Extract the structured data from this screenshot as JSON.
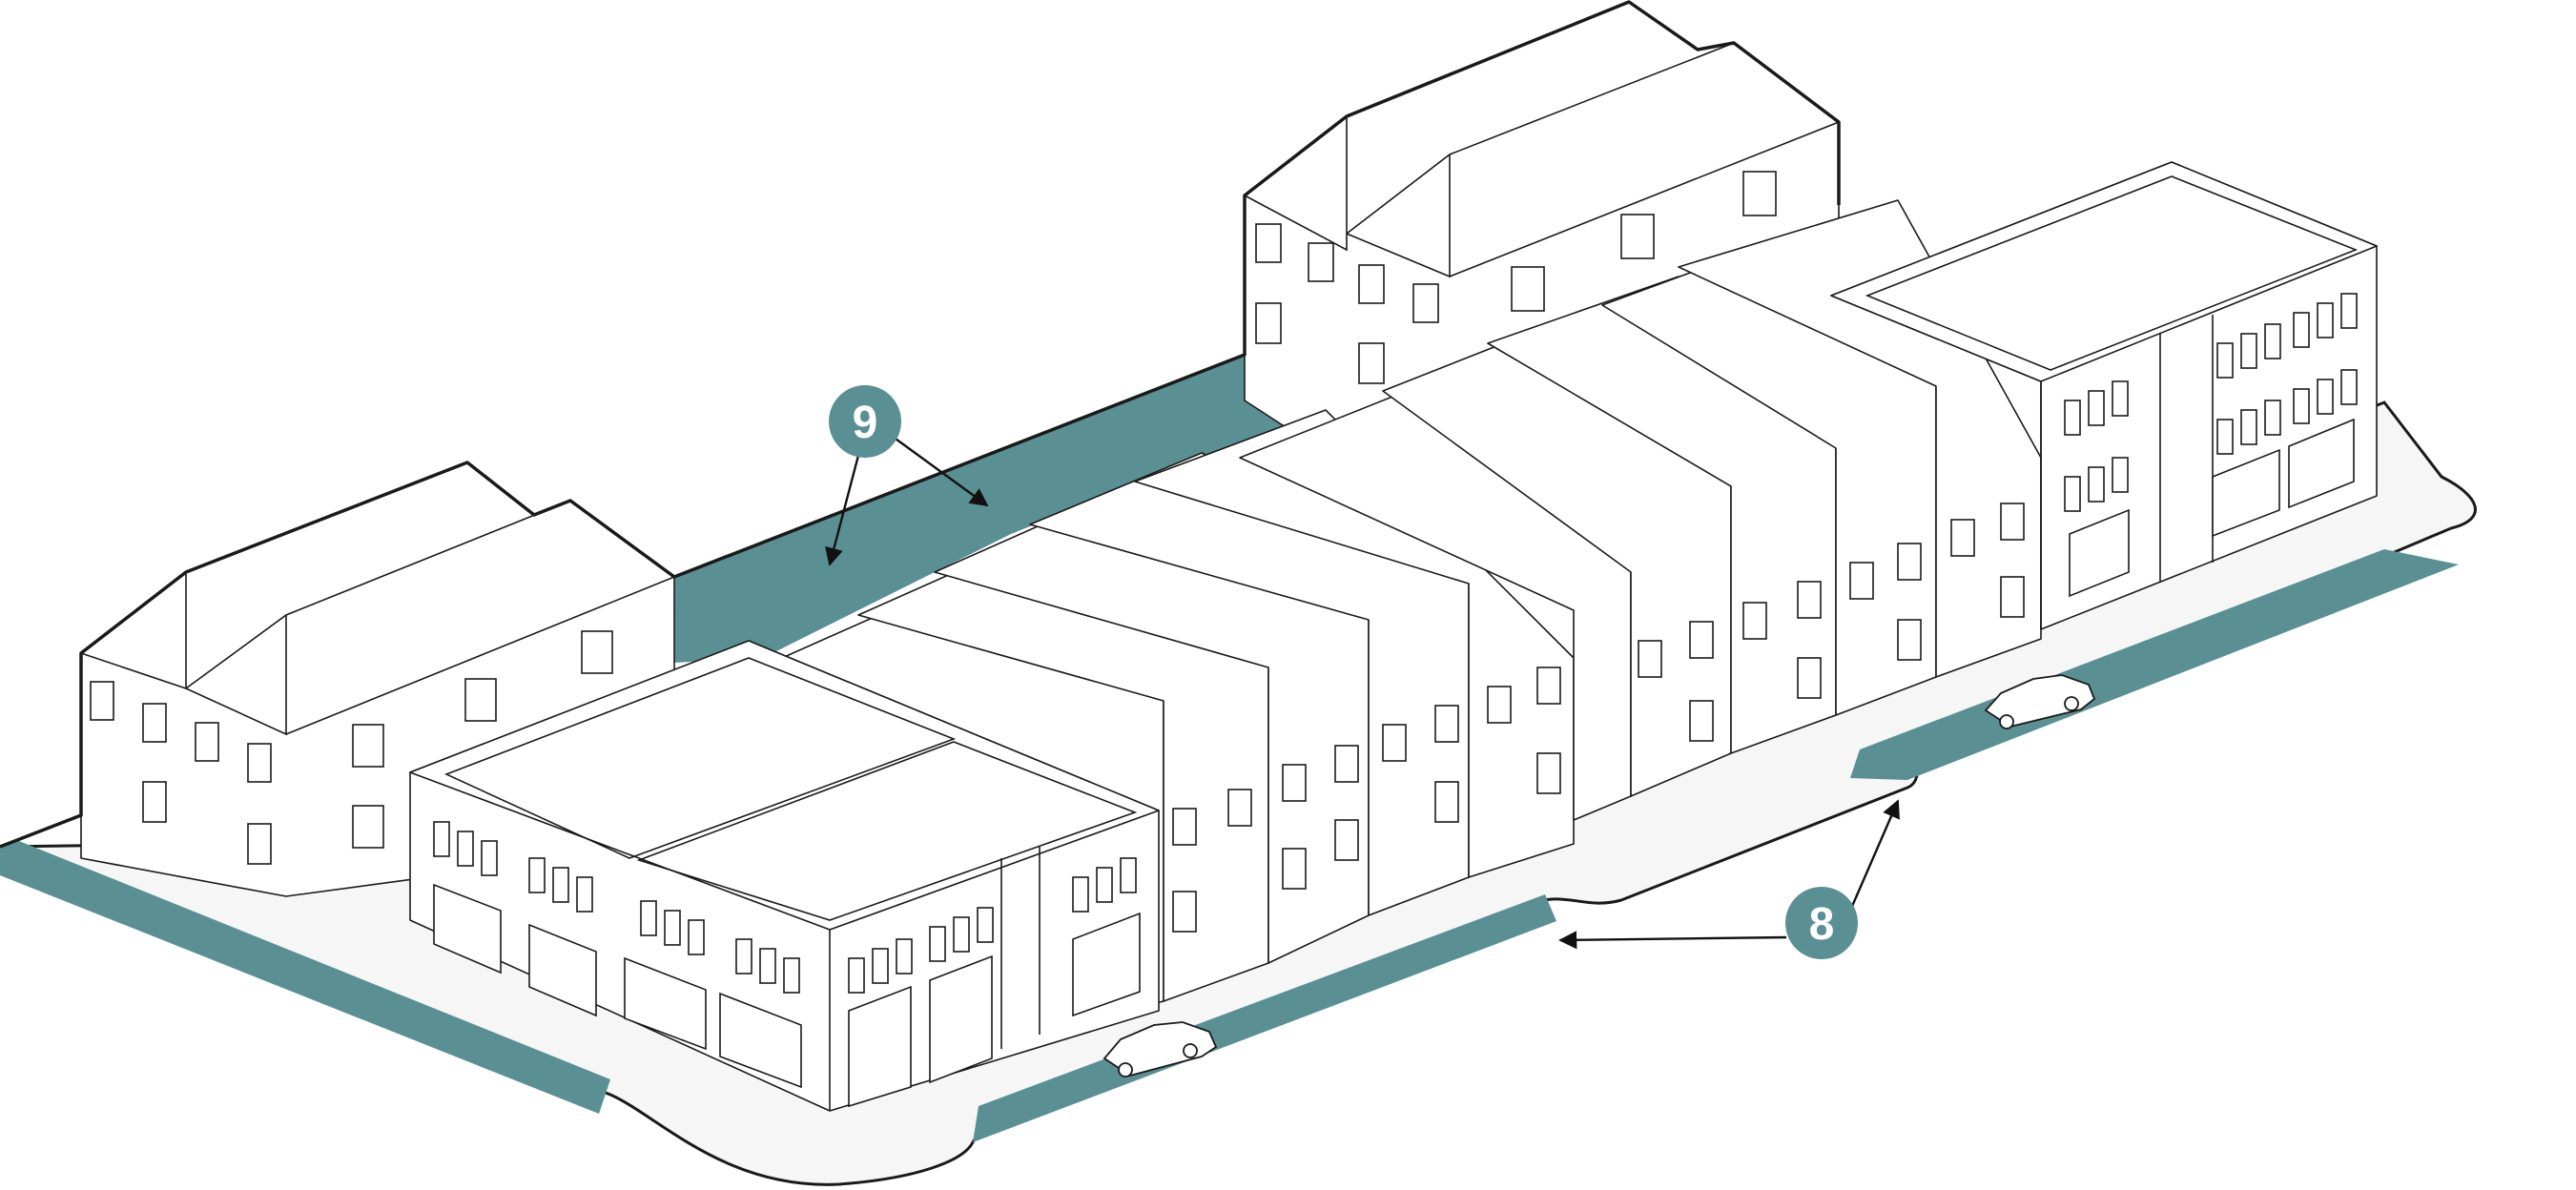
{
  "colors": {
    "teal": "#5a9094",
    "callout": "#5a9094",
    "sidewalk": "#f6f6f6",
    "line": "#1a1a1a"
  },
  "callouts": [
    {
      "id": "callout-9",
      "label": "9"
    },
    {
      "id": "callout-8",
      "label": "8"
    }
  ]
}
